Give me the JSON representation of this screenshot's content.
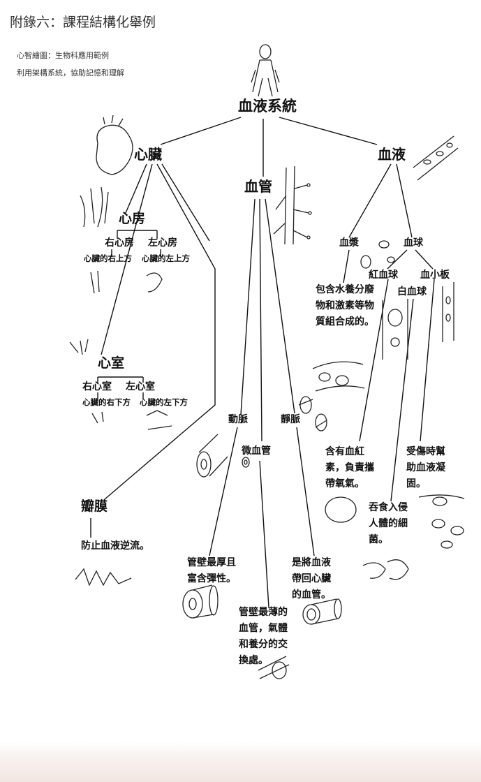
{
  "header": {
    "title": "附錄六：課程結構化舉例",
    "subtitle1": "心智繪圖：生物科應用範例",
    "subtitle2": "利用架構系統，協助記憶和理解"
  },
  "diagram": {
    "root": "血液系統",
    "heart": {
      "label": "心臟",
      "atrium": {
        "label": "心房",
        "right": "右心房",
        "left": "左心房",
        "right_desc": "心臟的右上方",
        "left_desc": "心臟的左上方"
      },
      "ventricle": {
        "label": "心室",
        "right": "右心室",
        "left": "左心室",
        "right_desc": "心臟的右下方",
        "left_desc": "心臟的左下方"
      },
      "valve": {
        "label": "瓣膜",
        "desc": "防止血液逆流。"
      }
    },
    "vessels": {
      "label": "血管",
      "artery": {
        "label": "動脈",
        "desc": "管壁最厚且富含彈性。"
      },
      "capillary": {
        "label": "微血管",
        "desc": "管壁最薄的血管，氣體和養分的交換處。"
      },
      "vein": {
        "label": "靜脈",
        "desc": "是將血液帶回心臟的血管。"
      }
    },
    "blood": {
      "label": "血液",
      "plasma": {
        "label": "血漿",
        "desc": "包含水養分廢物和激素等物質組合成的。"
      },
      "cells": {
        "label": "血球",
        "red": {
          "label": "紅血球",
          "desc": "含有血紅素，負責攜帶氧氣。"
        },
        "white": {
          "label": "白血球",
          "desc": "吞食入侵人體的細菌。"
        },
        "platelet": {
          "label": "血小板",
          "desc": "受傷時幫助血液凝固。"
        }
      }
    }
  }
}
